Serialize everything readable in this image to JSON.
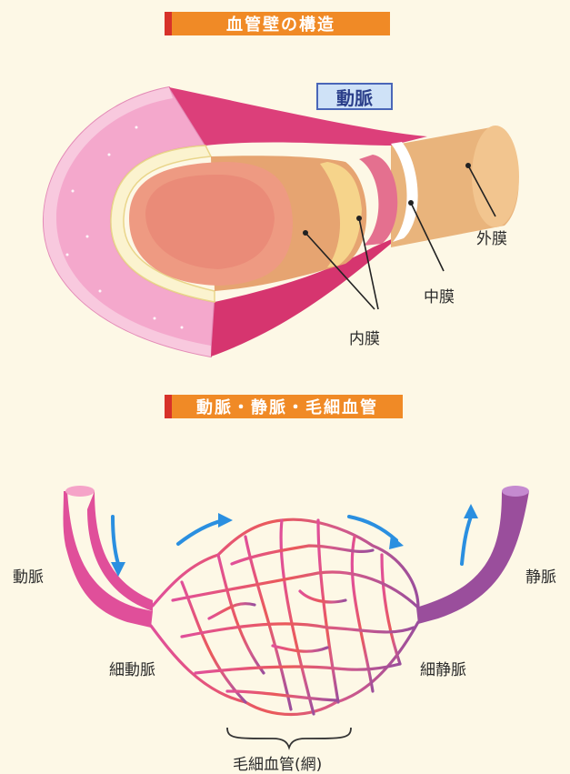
{
  "section1": {
    "title": "血管壁の構造"
  },
  "artery_label": "動脈",
  "layers": {
    "outer": "外膜",
    "middle": "中膜",
    "inner": "内膜"
  },
  "section2": {
    "title": "動脈・静脈・毛細血管"
  },
  "network": {
    "artery": "動脈",
    "vein": "静脈",
    "arteriole": "細動脈",
    "venule": "細静脈",
    "capillary": "毛細血管(網)"
  }
}
